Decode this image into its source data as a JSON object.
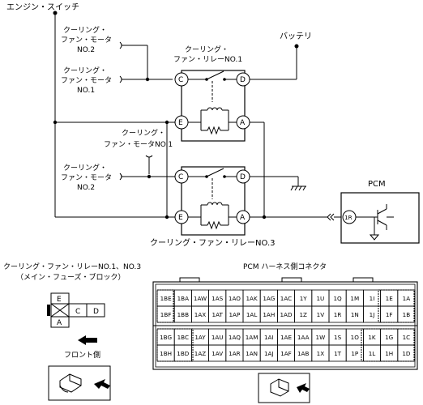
{
  "labels": {
    "engine_switch": "エンジン・スイッチ",
    "battery": "バッテリ",
    "fan_motor_no2_top": [
      "クーリング・",
      "ファン・モータ",
      "NO.2"
    ],
    "fan_motor_no1_top": [
      "クーリング・",
      "ファン・モータ",
      "NO.1"
    ],
    "relay_no1": [
      "クーリング・",
      "ファン・リレーNO.1"
    ],
    "fan_motor_no1_mid": [
      "クーリング・",
      "ファン・モータNO.1"
    ],
    "fan_motor_no2_low": [
      "クーリング・",
      "ファン・モータ",
      "NO.2"
    ],
    "relay_no3": "クーリング・ファン・リレーNO.3",
    "pcm": "PCM",
    "pcm_pin": "1R",
    "relay_connector_title": "クーリング・ファン・リレーNO.1、NO.3",
    "relay_connector_sub": "（メイン・フューズ・ブロック）",
    "pcm_connector_title": "PCM ハーネス側コネクタ",
    "front_side": "フロント側"
  },
  "relay_terminals": {
    "C": "C",
    "D": "D",
    "E": "E",
    "A": "A"
  },
  "relay_connector_pins": [
    "E",
    "C",
    "D",
    "A"
  ],
  "pcm_connector": {
    "row1": [
      "1BE",
      "1BA",
      "1AW",
      "1AS",
      "1AO",
      "1AK",
      "1AG",
      "1AC",
      "1Y",
      "1U",
      "1Q",
      "1M",
      "1I",
      "1E",
      "1A"
    ],
    "row2": [
      "1BF",
      "1BB",
      "1AX",
      "1AT",
      "1AP",
      "1AL",
      "1AH",
      "1AD",
      "1Z",
      "1V",
      "1R",
      "1N",
      "1J",
      "1F",
      "1B"
    ],
    "row3": [
      "1BG",
      "1BC",
      "1AY",
      "1AU",
      "1AQ",
      "1AM",
      "1AI",
      "1AE",
      "1AA",
      "1W",
      "1S",
      "1O",
      "1K",
      "1G",
      "1C"
    ],
    "row4": [
      "1BH",
      "1BD",
      "1AZ",
      "1AV",
      "1AR",
      "1AN",
      "1AJ",
      "1AF",
      "1AB",
      "1X",
      "1T",
      "1P",
      "1L",
      "1H",
      "1D"
    ]
  }
}
